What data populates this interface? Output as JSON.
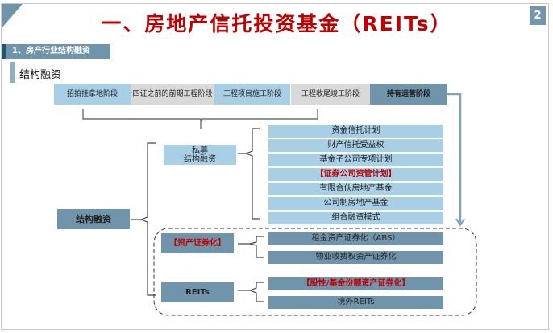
{
  "header": {
    "title": "一、房地产信托投资基金（REITs）",
    "page_number": "2"
  },
  "section": {
    "label": "1、房产行业结构融资"
  },
  "subsection": {
    "label": "结构融资"
  },
  "stages": [
    {
      "label": "招拍挂拿地阶段"
    },
    {
      "label": "四证之前的前期工程阶段"
    },
    {
      "label": "工程项目施工阶段"
    },
    {
      "label": "工程收尾竣工阶段"
    },
    {
      "label": "持有运营阶段"
    }
  ],
  "diagram": {
    "root": "结构融资",
    "private": {
      "label_line1": "私募",
      "label_line2": "结构融资",
      "items": [
        {
          "label": "资金信托计划"
        },
        {
          "label": "财产信托受益权"
        },
        {
          "label": "基金子公司专项计划"
        },
        {
          "label": "【证券公司资管计划】"
        },
        {
          "label": "有限合伙房地产基金"
        },
        {
          "label": "公司制房地产基金"
        },
        {
          "label": "组合融资模式"
        }
      ]
    },
    "abs": {
      "label": "【资产证券化】",
      "items": [
        {
          "label": "租金资产证券化（ABS）"
        },
        {
          "label": "物业收费权资产证券化"
        }
      ]
    },
    "reits": {
      "label": "REITs",
      "items": [
        {
          "label": "【股性/基金份额资产证券化】"
        },
        {
          "label": "境外REITs"
        }
      ]
    }
  },
  "colors": {
    "title_red": "#c00000",
    "light_blue": "#a9cfe6",
    "steel_blue": "#6f94ab",
    "gray": "#d9d9d9"
  }
}
